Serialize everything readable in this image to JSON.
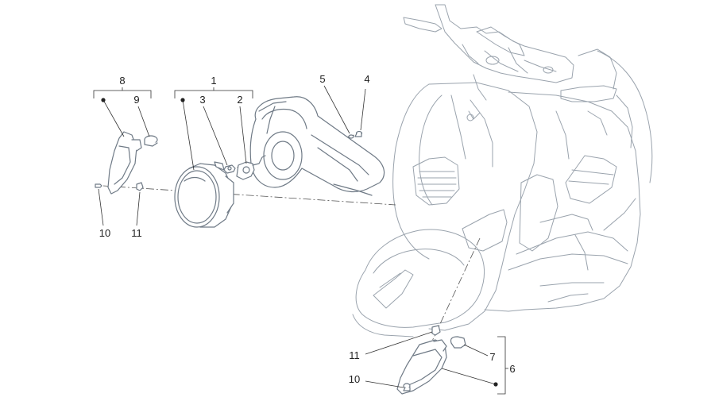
{
  "callouts": {
    "c1": "1",
    "c2": "2",
    "c3": "3",
    "c4": "4",
    "c5": "5",
    "c6": "6",
    "c7": "7",
    "c8": "8",
    "c9": "9",
    "c10a": "10",
    "c10b": "10",
    "c11a": "11",
    "c11b": "11"
  },
  "colors": {
    "part_outline": "#6f7a86",
    "scooter_outline": "#9aa3ad",
    "leader": "#333333",
    "text": "#222222"
  }
}
